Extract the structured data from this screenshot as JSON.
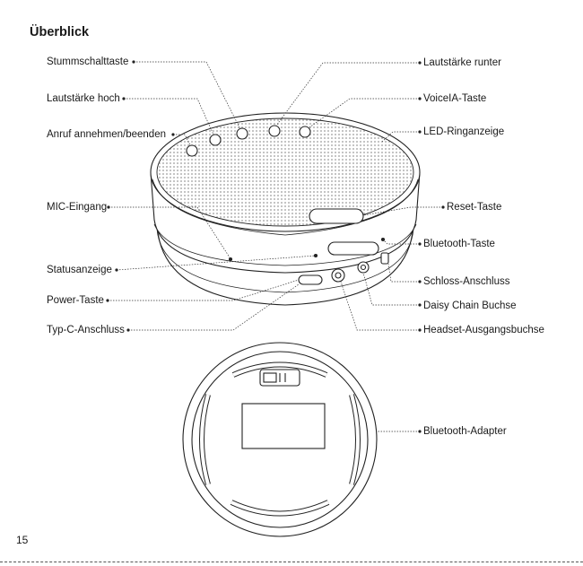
{
  "heading": "Überblick",
  "labels": {
    "mute_button": "Stummschalttaste",
    "volume_up": "Lautstärke hoch",
    "answer_end_call": "Anruf annehmen/beenden",
    "mic_input": "MIC-Eingang",
    "status_indicator": "Statusanzeige",
    "power_button": "Power-Taste",
    "usb_c_port": "Typ-C-Anschluss",
    "volume_down": "Lautstärke runter",
    "voicea_button": "VoiceIA-Taste",
    "led_ring": "LED-Ringanzeige",
    "reset_button": "Reset-Taste",
    "bluetooth_button": "Bluetooth-Taste",
    "lock_port": "Schloss-Anschluss",
    "daisy_chain": "Daisy Chain Buchse",
    "headset_out": "Headset-Ausgangsbuchse",
    "bluetooth_adapter": "Bluetooth-Adapter"
  },
  "page_number": "15"
}
